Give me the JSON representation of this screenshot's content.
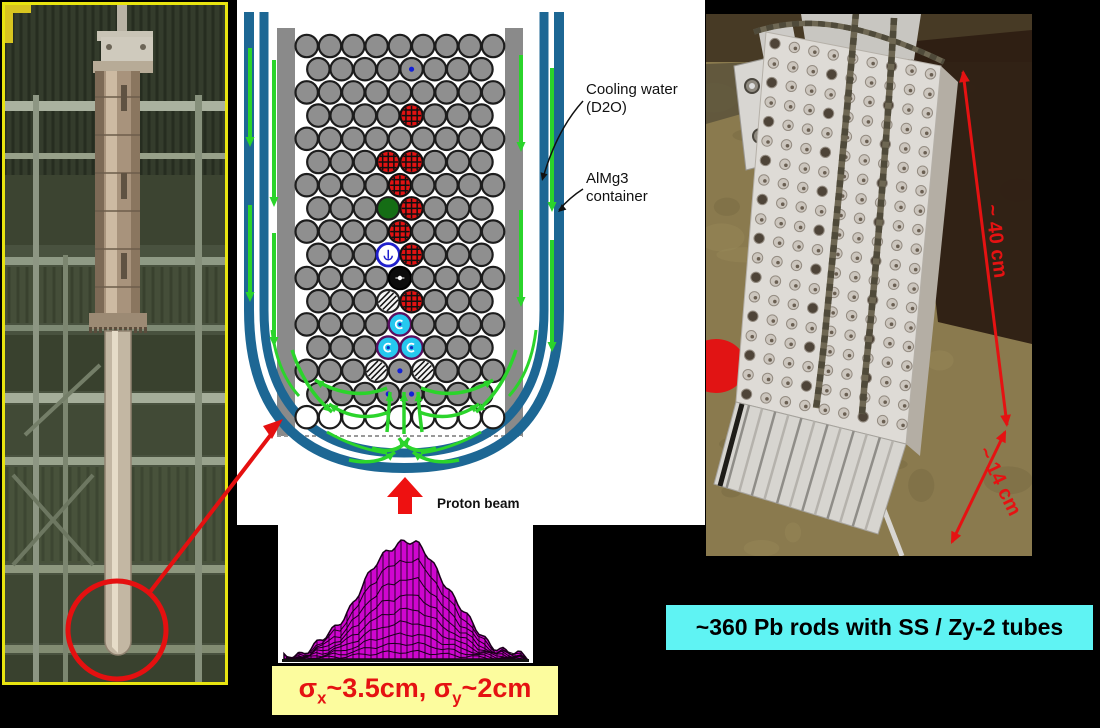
{
  "colors": {
    "background": "#000000",
    "photo_border": "#e8e410",
    "container_wall_blue": "#1d6794",
    "flow_green": "#2bd42b",
    "rod_gray": "#8f8f8f",
    "rod_red": "#e11212",
    "rod_green": "#156d15",
    "rod_cyan": "#25c8ef",
    "beam_magenta": "#cf06cf",
    "annotation_red": "#e51212",
    "caption_bg_yellow": "#fcfc9e",
    "banner_bg_cyan": "#5ff3f3"
  },
  "diagram": {
    "labels": {
      "cooling_line1": "Cooling water",
      "cooling_line2": "(D2O)",
      "container_line1": "AlMg3",
      "container_line2": "container",
      "proton_beam": "Proton beam"
    },
    "rod_grid": {
      "rows": 17,
      "cols_even_rows": 9,
      "cols_odd_rows": 8,
      "bottom_white_row": 16,
      "special_rods": [
        {
          "row": 1,
          "col": 4,
          "type": "dot"
        },
        {
          "row": 3,
          "col": 4,
          "type": "red"
        },
        {
          "row": 5,
          "col": 3,
          "type": "red"
        },
        {
          "row": 5,
          "col": 4,
          "type": "red"
        },
        {
          "row": 6,
          "col": 4,
          "type": "red"
        },
        {
          "row": 7,
          "col": 3,
          "type": "green"
        },
        {
          "row": 7,
          "col": 4,
          "type": "red"
        },
        {
          "row": 8,
          "col": 4,
          "type": "red"
        },
        {
          "row": 9,
          "col": 3,
          "type": "ring"
        },
        {
          "row": 9,
          "col": 4,
          "type": "red"
        },
        {
          "row": 10,
          "col": 4,
          "type": "black"
        },
        {
          "row": 11,
          "col": 3,
          "type": "hatch"
        },
        {
          "row": 11,
          "col": 4,
          "type": "red"
        },
        {
          "row": 12,
          "col": 4,
          "type": "cyan"
        },
        {
          "row": 13,
          "col": 3,
          "type": "cyan"
        },
        {
          "row": 13,
          "col": 4,
          "type": "cyan"
        },
        {
          "row": 14,
          "col": 3,
          "type": "hatch"
        },
        {
          "row": 14,
          "col": 4,
          "type": "dot"
        },
        {
          "row": 14,
          "col": 5,
          "type": "hatch"
        },
        {
          "row": 15,
          "col": 3,
          "type": "dot"
        },
        {
          "row": 15,
          "col": 4,
          "type": "dot"
        }
      ]
    }
  },
  "beam_profile": {
    "caption": {
      "s1": "σ",
      "sub1": "x",
      "mid": "~3.5cm, ",
      "s2": "σ",
      "sub2": "y",
      "tail": "~2cm"
    },
    "shape": "gaussian",
    "sigma_x_cm": 3.5,
    "sigma_y_cm": 2
  },
  "banner": {
    "text": "~360 Pb rods with SS / Zy-2 tubes"
  },
  "right_photo": {
    "dim_length": "~ 40 cm",
    "dim_width": "~ 14 cm"
  }
}
